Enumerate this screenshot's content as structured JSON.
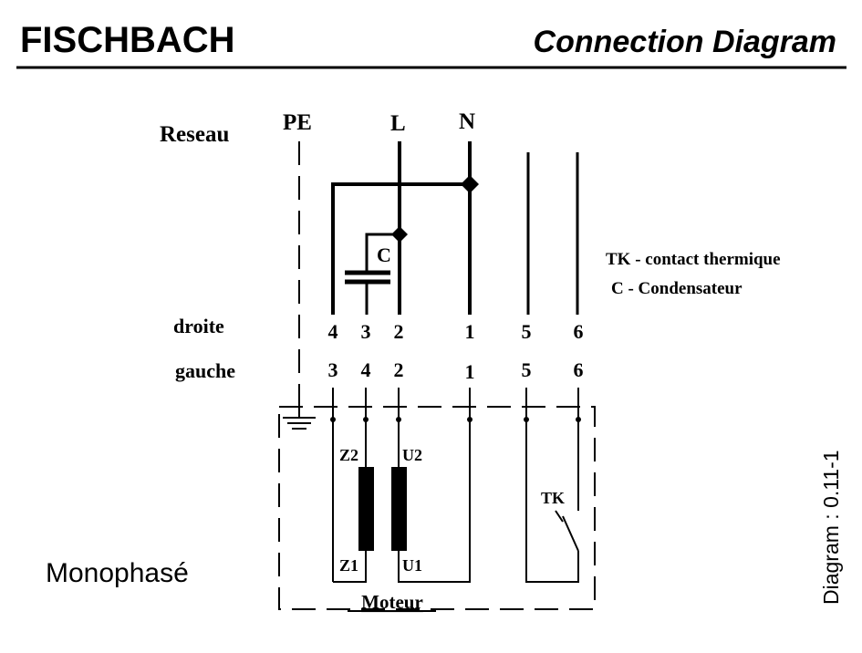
{
  "header": {
    "brand": "FISCHBACH",
    "title": "Connection Diagram"
  },
  "network": {
    "label": "Reseau",
    "pe": "PE",
    "l": "L",
    "n": "N"
  },
  "capacitor_label": "C",
  "legend": {
    "tk": "TK - contact thermique",
    "c": "C - Condensateur"
  },
  "rotation": {
    "right_label": "droite",
    "left_label": "gauche",
    "right_terminals": [
      "4",
      "3",
      "2",
      "1",
      "5",
      "6"
    ],
    "left_terminals": [
      "3",
      "4",
      "2",
      "1",
      "5",
      "6"
    ]
  },
  "motor": {
    "label": "Moteur",
    "z2": "Z2",
    "u2": "U2",
    "z1": "Z1",
    "u1": "U1",
    "thermal_contact": "TK"
  },
  "phase_label": "Monophasé",
  "diagram_id": "Diagram :  0.11-1",
  "colors": {
    "ink": "#000000",
    "background": "#ffffff"
  }
}
